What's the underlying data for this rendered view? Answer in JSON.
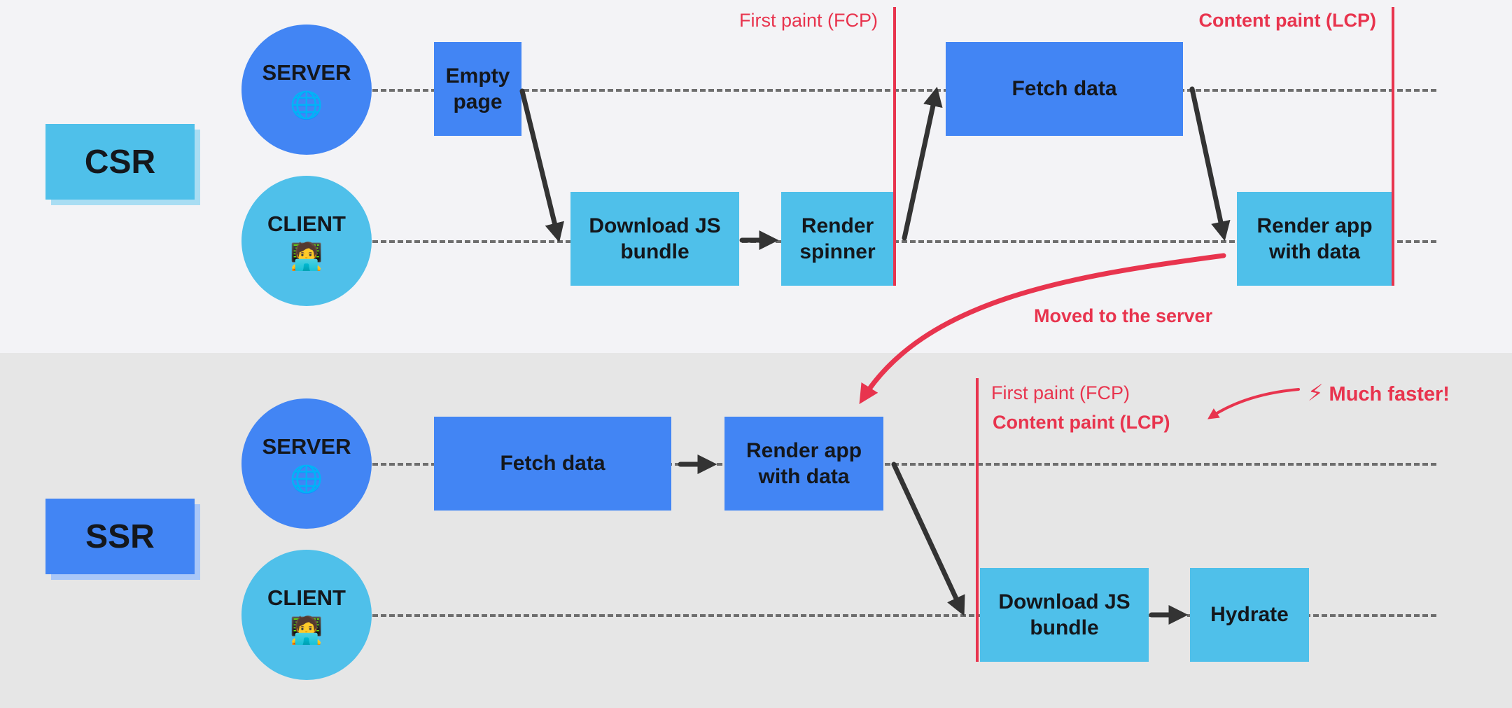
{
  "csr": {
    "mode_label": "CSR",
    "server_label": "SERVER",
    "client_label": "CLIENT",
    "boxes": {
      "empty_page": "Empty page",
      "download_js": "Download JS bundle",
      "render_spinner": "Render spinner",
      "fetch_data": "Fetch data",
      "render_app": "Render app with data"
    },
    "fcp_label": "First paint (FCP)",
    "lcp_label": "Content paint (LCP)"
  },
  "moved_label": "Moved to the server",
  "ssr": {
    "mode_label": "SSR",
    "server_label": "SERVER",
    "client_label": "CLIENT",
    "boxes": {
      "fetch_data": "Fetch data",
      "render_app": "Render app with data",
      "download_js": "Download JS bundle",
      "hydrate": "Hydrate"
    },
    "fcp_label": "First paint (FCP)",
    "lcp_label": "Content paint (LCP)",
    "faster_label": "Much faster!"
  },
  "icons": {
    "server": "globe-icon",
    "client": "person-at-laptop-icon",
    "faster": "lightning-icon"
  },
  "colors": {
    "server_blue": "#4285f4",
    "client_blue": "#4fc0ea",
    "paint_red": "#e8344e",
    "arrow_dark": "#333333"
  }
}
